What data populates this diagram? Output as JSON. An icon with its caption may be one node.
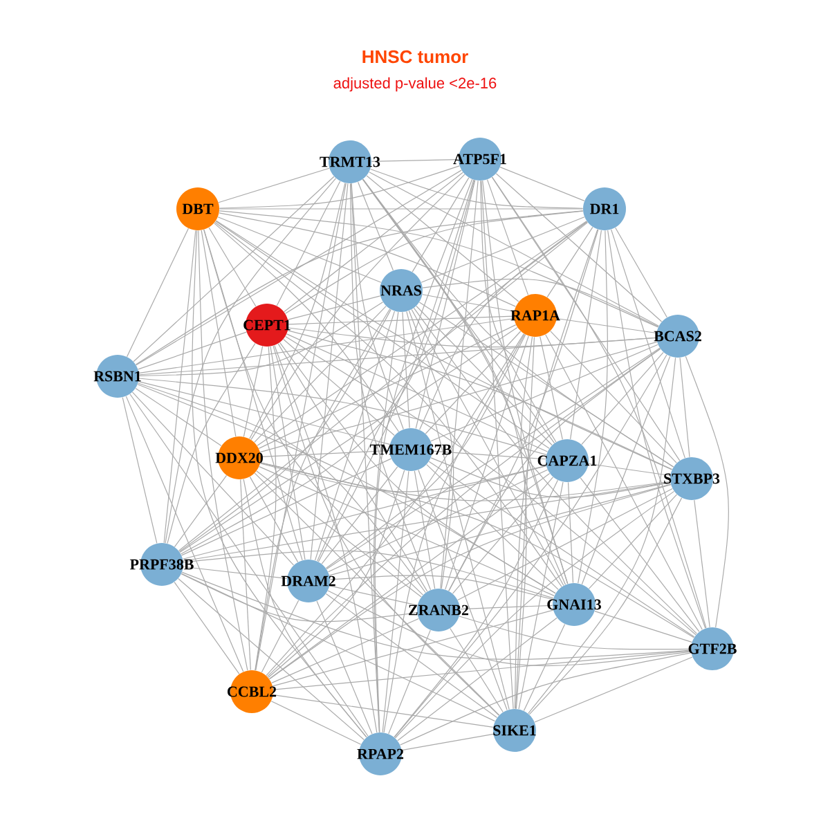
{
  "diagram": {
    "title": "HNSC tumor",
    "labels": [
      "adjusted p-value <2e-16"
    ],
    "nodes": [
      {
        "text": [
          "TRMT13"
        ]
      },
      {
        "text": [
          "ATP5F1"
        ]
      },
      {
        "text": [
          "DBT"
        ]
      },
      {
        "text": [
          "DR1"
        ]
      },
      {
        "text": [
          "NRAS"
        ]
      },
      {
        "text": [
          "CEPT1"
        ]
      },
      {
        "text": [
          "RAP1A"
        ]
      },
      {
        "text": [
          "BCAS2"
        ]
      },
      {
        "text": [
          "RSBN1"
        ]
      },
      {
        "text": [
          "DDX20"
        ]
      },
      {
        "text": [
          "TMEM167B"
        ]
      },
      {
        "text": [
          "CAPZA1"
        ]
      },
      {
        "text": [
          "STXBP3"
        ]
      },
      {
        "text": [
          "PRPF38B"
        ]
      },
      {
        "text": [
          "DRAM2"
        ]
      },
      {
        "text": [
          "ZRANB2"
        ]
      },
      {
        "text": [
          "GNAI13"
        ]
      },
      {
        "text": [
          "GTF2B"
        ]
      },
      {
        "text": [
          "CCBL2"
        ]
      },
      {
        "text": [
          "RPAP2"
        ]
      },
      {
        "text": [
          "SIKE1"
        ]
      }
    ],
    "edges": [
      {
        "from": 0,
        "to": 1,
        "arrow": "none"
      },
      {
        "from": 0,
        "to": 2,
        "arrow": "none"
      },
      {
        "from": 0,
        "to": 3,
        "arrow": "none"
      },
      {
        "from": 0,
        "to": 4,
        "arrow": "none"
      },
      {
        "from": 0,
        "to": 5,
        "arrow": "none"
      },
      {
        "from": 0,
        "to": 6,
        "arrow": "none"
      },
      {
        "from": 0,
        "to": 7,
        "arrow": "none"
      },
      {
        "from": 0,
        "to": 8,
        "arrow": "none"
      },
      {
        "from": 0,
        "to": 9,
        "arrow": "none"
      },
      {
        "from": 0,
        "to": 10,
        "arrow": "none"
      },
      {
        "from": 0,
        "to": 11,
        "arrow": "none"
      },
      {
        "from": 0,
        "to": 12,
        "arrow": "none"
      },
      {
        "from": 0,
        "to": 13,
        "arrow": "none"
      },
      {
        "from": 0,
        "to": 14,
        "arrow": "none"
      },
      {
        "from": 0,
        "to": 15,
        "arrow": "none"
      },
      {
        "from": 0,
        "to": 16,
        "arrow": "none"
      },
      {
        "from": 0,
        "to": 18,
        "arrow": "none"
      },
      {
        "from": 0,
        "to": 19,
        "arrow": "none"
      },
      {
        "from": 0,
        "to": 20,
        "arrow": "none"
      },
      {
        "from": 1,
        "to": 2,
        "arrow": "none"
      },
      {
        "from": 1,
        "to": 3,
        "arrow": "none"
      },
      {
        "from": 1,
        "to": 4,
        "arrow": "none"
      },
      {
        "from": 1,
        "to": 5,
        "arrow": "none"
      },
      {
        "from": 1,
        "to": 6,
        "arrow": "none"
      },
      {
        "from": 1,
        "to": 7,
        "arrow": "none"
      },
      {
        "from": 1,
        "to": 8,
        "arrow": "none"
      },
      {
        "from": 1,
        "to": 9,
        "arrow": "none"
      },
      {
        "from": 1,
        "to": 10,
        "arrow": "none"
      },
      {
        "from": 1,
        "to": 11,
        "arrow": "none"
      },
      {
        "from": 1,
        "to": 12,
        "arrow": "none"
      },
      {
        "from": 1,
        "to": 13,
        "arrow": "none"
      },
      {
        "from": 1,
        "to": 14,
        "arrow": "none"
      },
      {
        "from": 1,
        "to": 15,
        "arrow": "none"
      },
      {
        "from": 1,
        "to": 16,
        "arrow": "none"
      },
      {
        "from": 1,
        "to": 17,
        "arrow": "none"
      },
      {
        "from": 1,
        "to": 19,
        "arrow": "none"
      },
      {
        "from": 1,
        "to": 20,
        "arrow": "none"
      },
      {
        "from": 2,
        "to": 3,
        "arrow": "none"
      },
      {
        "from": 2,
        "to": 4,
        "arrow": "none"
      },
      {
        "from": 2,
        "to": 5,
        "arrow": "none"
      },
      {
        "from": 2,
        "to": 6,
        "arrow": "none"
      },
      {
        "from": 2,
        "to": 7,
        "arrow": "none"
      },
      {
        "from": 2,
        "to": 8,
        "arrow": "none"
      },
      {
        "from": 2,
        "to": 9,
        "arrow": "none"
      },
      {
        "from": 2,
        "to": 10,
        "arrow": "none"
      },
      {
        "from": 2,
        "to": 11,
        "arrow": "none"
      },
      {
        "from": 2,
        "to": 12,
        "arrow": "none"
      },
      {
        "from": 2,
        "to": 13,
        "arrow": "none"
      },
      {
        "from": 2,
        "to": 14,
        "arrow": "none"
      },
      {
        "from": 2,
        "to": 15,
        "arrow": "none"
      },
      {
        "from": 2,
        "to": 16,
        "arrow": "none"
      },
      {
        "from": 2,
        "to": 18,
        "arrow": "none"
      },
      {
        "from": 2,
        "to": 19,
        "arrow": "none"
      },
      {
        "from": 3,
        "to": 4,
        "arrow": "none"
      },
      {
        "from": 3,
        "to": 5,
        "arrow": "none"
      },
      {
        "from": 3,
        "to": 6,
        "arrow": "none"
      },
      {
        "from": 3,
        "to": 7,
        "arrow": "none"
      },
      {
        "from": 3,
        "to": 8,
        "arrow": "none"
      },
      {
        "from": 3,
        "to": 9,
        "arrow": "none"
      },
      {
        "from": 3,
        "to": 10,
        "arrow": "none"
      },
      {
        "from": 3,
        "to": 11,
        "arrow": "none"
      },
      {
        "from": 3,
        "to": 12,
        "arrow": "none"
      },
      {
        "from": 3,
        "to": 13,
        "arrow": "none"
      },
      {
        "from": 3,
        "to": 14,
        "arrow": "none"
      },
      {
        "from": 3,
        "to": 15,
        "arrow": "none"
      },
      {
        "from": 3,
        "to": 16,
        "arrow": "none"
      },
      {
        "from": 3,
        "to": 17,
        "arrow": "none"
      },
      {
        "from": 3,
        "to": 20,
        "arrow": "none"
      },
      {
        "from": 4,
        "to": 5,
        "arrow": "none"
      },
      {
        "from": 4,
        "to": 6,
        "arrow": "none"
      },
      {
        "from": 4,
        "to": 7,
        "arrow": "none"
      },
      {
        "from": 4,
        "to": 8,
        "arrow": "none"
      },
      {
        "from": 4,
        "to": 9,
        "arrow": "none"
      },
      {
        "from": 4,
        "to": 10,
        "arrow": "none"
      },
      {
        "from": 4,
        "to": 11,
        "arrow": "none"
      },
      {
        "from": 4,
        "to": 12,
        "arrow": "none"
      },
      {
        "from": 4,
        "to": 13,
        "arrow": "none"
      },
      {
        "from": 4,
        "to": 14,
        "arrow": "none"
      },
      {
        "from": 4,
        "to": 15,
        "arrow": "none"
      },
      {
        "from": 4,
        "to": 16,
        "arrow": "none"
      },
      {
        "from": 4,
        "to": 17,
        "arrow": "none"
      },
      {
        "from": 4,
        "to": 18,
        "arrow": "none"
      },
      {
        "from": 4,
        "to": 19,
        "arrow": "none"
      },
      {
        "from": 4,
        "to": 20,
        "arrow": "none"
      },
      {
        "from": 5,
        "to": 6,
        "arrow": "none"
      },
      {
        "from": 5,
        "to": 7,
        "arrow": "none"
      },
      {
        "from": 5,
        "to": 8,
        "arrow": "none"
      },
      {
        "from": 5,
        "to": 9,
        "arrow": "none"
      },
      {
        "from": 5,
        "to": 10,
        "arrow": "none"
      },
      {
        "from": 5,
        "to": 11,
        "arrow": "none"
      },
      {
        "from": 5,
        "to": 12,
        "arrow": "none"
      },
      {
        "from": 5,
        "to": 13,
        "arrow": "none"
      },
      {
        "from": 5,
        "to": 14,
        "arrow": "none"
      },
      {
        "from": 5,
        "to": 15,
        "arrow": "none"
      },
      {
        "from": 5,
        "to": 16,
        "arrow": "none"
      },
      {
        "from": 5,
        "to": 17,
        "arrow": "none"
      },
      {
        "from": 5,
        "to": 18,
        "arrow": "none"
      },
      {
        "from": 5,
        "to": 19,
        "arrow": "none"
      },
      {
        "from": 5,
        "to": 20,
        "arrow": "none"
      },
      {
        "from": 6,
        "to": 7,
        "arrow": "none"
      },
      {
        "from": 6,
        "to": 8,
        "arrow": "none"
      },
      {
        "from": 6,
        "to": 9,
        "arrow": "none"
      },
      {
        "from": 6,
        "to": 10,
        "arrow": "none"
      },
      {
        "from": 6,
        "to": 11,
        "arrow": "none"
      },
      {
        "from": 6,
        "to": 12,
        "arrow": "none"
      },
      {
        "from": 6,
        "to": 13,
        "arrow": "none"
      },
      {
        "from": 6,
        "to": 14,
        "arrow": "none"
      },
      {
        "from": 6,
        "to": 15,
        "arrow": "none"
      },
      {
        "from": 6,
        "to": 16,
        "arrow": "none"
      },
      {
        "from": 6,
        "to": 17,
        "arrow": "none"
      },
      {
        "from": 6,
        "to": 18,
        "arrow": "none"
      },
      {
        "from": 6,
        "to": 19,
        "arrow": "none"
      },
      {
        "from": 6,
        "to": 20,
        "arrow": "none"
      },
      {
        "from": 7,
        "to": 8,
        "arrow": "none"
      },
      {
        "from": 7,
        "to": 9,
        "arrow": "none"
      },
      {
        "from": 7,
        "to": 10,
        "arrow": "none"
      },
      {
        "from": 7,
        "to": 11,
        "arrow": "none"
      },
      {
        "from": 7,
        "to": 12,
        "arrow": "none"
      },
      {
        "from": 7,
        "to": 14,
        "arrow": "none"
      },
      {
        "from": 7,
        "to": 15,
        "arrow": "none"
      },
      {
        "from": 7,
        "to": 16,
        "arrow": "none"
      },
      {
        "from": 7,
        "to": 17,
        "arrow": "none"
      },
      {
        "from": 7,
        "to": 18,
        "arrow": "none"
      },
      {
        "from": 7,
        "to": 19,
        "arrow": "none"
      },
      {
        "from": 7,
        "to": 20,
        "arrow": "none"
      },
      {
        "from": 8,
        "to": 9,
        "arrow": "none"
      },
      {
        "from": 8,
        "to": 10,
        "arrow": "none"
      },
      {
        "from": 8,
        "to": 11,
        "arrow": "none"
      },
      {
        "from": 8,
        "to": 13,
        "arrow": "none"
      },
      {
        "from": 8,
        "to": 14,
        "arrow": "none"
      },
      {
        "from": 8,
        "to": 15,
        "arrow": "none"
      },
      {
        "from": 8,
        "to": 16,
        "arrow": "none"
      },
      {
        "from": 8,
        "to": 18,
        "arrow": "none"
      },
      {
        "from": 8,
        "to": 19,
        "arrow": "none"
      },
      {
        "from": 9,
        "to": 10,
        "arrow": "none"
      },
      {
        "from": 9,
        "to": 11,
        "arrow": "none"
      },
      {
        "from": 9,
        "to": 12,
        "arrow": "none"
      },
      {
        "from": 9,
        "to": 13,
        "arrow": "none"
      },
      {
        "from": 9,
        "to": 14,
        "arrow": "none"
      },
      {
        "from": 9,
        "to": 15,
        "arrow": "none"
      },
      {
        "from": 9,
        "to": 16,
        "arrow": "none"
      },
      {
        "from": 9,
        "to": 17,
        "arrow": "none"
      },
      {
        "from": 9,
        "to": 18,
        "arrow": "none"
      },
      {
        "from": 9,
        "to": 19,
        "arrow": "none"
      },
      {
        "from": 9,
        "to": 20,
        "arrow": "none"
      },
      {
        "from": 10,
        "to": 11,
        "arrow": "none"
      },
      {
        "from": 10,
        "to": 12,
        "arrow": "none"
      },
      {
        "from": 10,
        "to": 13,
        "arrow": "none"
      },
      {
        "from": 10,
        "to": 14,
        "arrow": "none"
      },
      {
        "from": 10,
        "to": 15,
        "arrow": "none"
      },
      {
        "from": 10,
        "to": 16,
        "arrow": "none"
      },
      {
        "from": 10,
        "to": 17,
        "arrow": "none"
      },
      {
        "from": 10,
        "to": 18,
        "arrow": "none"
      },
      {
        "from": 10,
        "to": 19,
        "arrow": "none"
      },
      {
        "from": 10,
        "to": 20,
        "arrow": "none"
      },
      {
        "from": 11,
        "to": 12,
        "arrow": "none"
      },
      {
        "from": 11,
        "to": 13,
        "arrow": "none"
      },
      {
        "from": 11,
        "to": 14,
        "arrow": "none"
      },
      {
        "from": 11,
        "to": 15,
        "arrow": "none"
      },
      {
        "from": 11,
        "to": 16,
        "arrow": "none"
      },
      {
        "from": 11,
        "to": 17,
        "arrow": "none"
      },
      {
        "from": 11,
        "to": 18,
        "arrow": "none"
      },
      {
        "from": 11,
        "to": 19,
        "arrow": "none"
      },
      {
        "from": 11,
        "to": 20,
        "arrow": "none"
      },
      {
        "from": 12,
        "to": 13,
        "arrow": "none"
      },
      {
        "from": 12,
        "to": 14,
        "arrow": "none"
      },
      {
        "from": 12,
        "to": 15,
        "arrow": "none"
      },
      {
        "from": 12,
        "to": 16,
        "arrow": "none"
      },
      {
        "from": 12,
        "to": 17,
        "arrow": "none"
      },
      {
        "from": 12,
        "to": 18,
        "arrow": "none"
      },
      {
        "from": 12,
        "to": 19,
        "arrow": "none"
      },
      {
        "from": 12,
        "to": 20,
        "arrow": "none"
      },
      {
        "from": 13,
        "to": 14,
        "arrow": "none"
      },
      {
        "from": 13,
        "to": 15,
        "arrow": "none"
      },
      {
        "from": 13,
        "to": 16,
        "arrow": "none"
      },
      {
        "from": 13,
        "to": 17,
        "arrow": "none"
      },
      {
        "from": 13,
        "to": 18,
        "arrow": "none"
      },
      {
        "from": 13,
        "to": 19,
        "arrow": "none"
      },
      {
        "from": 13,
        "to": 20,
        "arrow": "none"
      },
      {
        "from": 14,
        "to": 15,
        "arrow": "none"
      },
      {
        "from": 14,
        "to": 16,
        "arrow": "none"
      },
      {
        "from": 14,
        "to": 17,
        "arrow": "none"
      },
      {
        "from": 14,
        "to": 18,
        "arrow": "none"
      },
      {
        "from": 14,
        "to": 19,
        "arrow": "none"
      },
      {
        "from": 14,
        "to": 20,
        "arrow": "none"
      },
      {
        "from": 15,
        "to": 16,
        "arrow": "none"
      },
      {
        "from": 15,
        "to": 17,
        "arrow": "none"
      },
      {
        "from": 15,
        "to": 18,
        "arrow": "none"
      },
      {
        "from": 15,
        "to": 19,
        "arrow": "none"
      },
      {
        "from": 15,
        "to": 20,
        "arrow": "none"
      },
      {
        "from": 16,
        "to": 17,
        "arrow": "none"
      },
      {
        "from": 16,
        "to": 18,
        "arrow": "none"
      },
      {
        "from": 16,
        "to": 19,
        "arrow": "none"
      },
      {
        "from": 16,
        "to": 20,
        "arrow": "none"
      },
      {
        "from": 17,
        "to": 18,
        "arrow": "none"
      },
      {
        "from": 17,
        "to": 19,
        "arrow": "none"
      },
      {
        "from": 17,
        "to": 20,
        "arrow": "none"
      },
      {
        "from": 18,
        "to": 19,
        "arrow": "none"
      },
      {
        "from": 18,
        "to": 20,
        "arrow": "none"
      },
      {
        "from": 19,
        "to": 20,
        "arrow": "none"
      }
    ]
  }
}
